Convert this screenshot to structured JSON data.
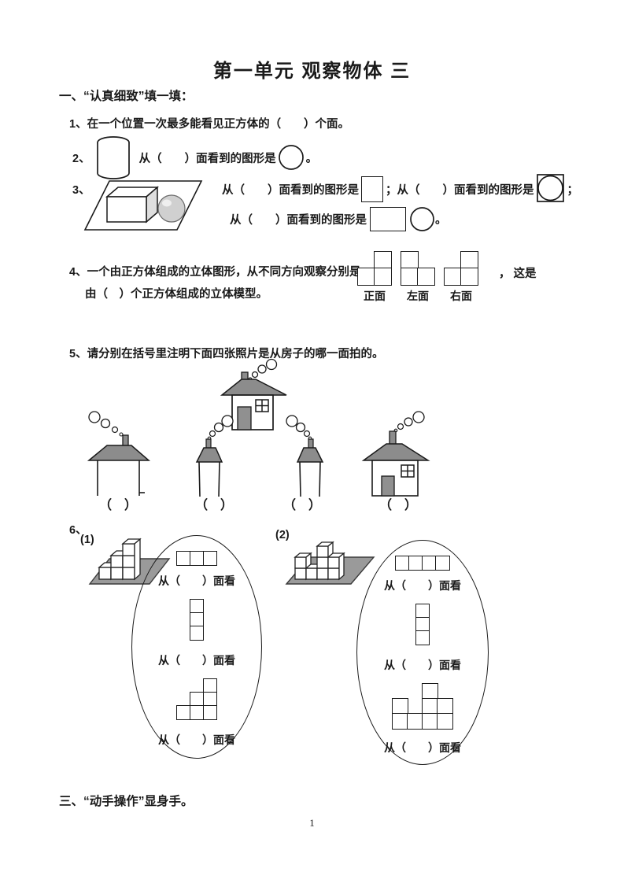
{
  "title": "第一单元 观察物体 三",
  "sections": {
    "one_heading": "一、“认真细致”填一填：",
    "three_heading": "三、“动手操作”显身手。"
  },
  "q1": {
    "text": "1、在一个位置一次最多能看见正方体的（　　）个面。"
  },
  "q2": {
    "num": "2、",
    "text": "从（　　）面看到的图形是",
    "suffix": "。"
  },
  "q3": {
    "num": "3、",
    "line1a": "从（　　）面看到的图形是",
    "sep1": "；",
    "line1b": "从（　　）面看到的图形是",
    "sep2": "；",
    "line2": "从（　　）面看到的图形是",
    "suffix": "。"
  },
  "q4": {
    "line1": "4、一个由正方体组成的立体图形，从不同方向观察分别是",
    "line1_end": "，  这是",
    "line2": "由（　）个正方体组成的立体模型。",
    "views": [
      {
        "label": "正面",
        "cell": 21,
        "cells": [
          [
            0,
            1
          ],
          [
            1,
            1
          ]
        ]
      },
      {
        "label": "左面",
        "cell": 21,
        "cells": [
          [
            1,
            0
          ],
          [
            1,
            1
          ]
        ]
      },
      {
        "label": "右面",
        "cell": 21,
        "cells": [
          [
            0,
            1
          ],
          [
            1,
            1
          ]
        ]
      }
    ]
  },
  "q5": {
    "text": "5、请分别在括号里注明下面四张照片是从房子的哪一面拍的。",
    "bracket": "（　）"
  },
  "q6": {
    "num": "6、",
    "sub1": "(1)",
    "sub2": "(2)",
    "view_label": "从（　　）面看",
    "e1": {
      "top": {
        "cell": 17,
        "cells": [
          [
            1,
            1,
            1
          ]
        ]
      },
      "mid": {
        "cell": 17,
        "cells": [
          [
            1
          ],
          [
            1
          ],
          [
            1
          ]
        ]
      },
      "bot": {
        "cell": 17,
        "cells": [
          [
            0,
            0,
            1
          ],
          [
            0,
            1,
            1
          ],
          [
            1,
            1,
            1
          ]
        ]
      }
    },
    "e2": {
      "top": {
        "cell": 17,
        "cells": [
          [
            1,
            1,
            1,
            1
          ]
        ]
      },
      "mid": {
        "cell": 17,
        "cells": [
          [
            1
          ],
          [
            1
          ],
          [
            1
          ]
        ]
      },
      "bot": {
        "cell": 19,
        "cells": [
          [
            0,
            0,
            1,
            0
          ],
          [
            1,
            0,
            1,
            1
          ],
          [
            1,
            1,
            1,
            1
          ]
        ]
      }
    }
  },
  "page": {
    "number": "1"
  },
  "colors": {
    "ink": "#1a1a1a",
    "roof_gray": "#8c8c8c",
    "platform_gray": "#9a9a9a",
    "door_gray": "#909090",
    "sphere_gray": "#d0d0d0"
  }
}
